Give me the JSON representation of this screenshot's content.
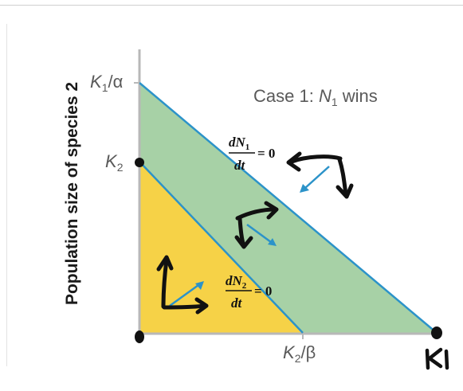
{
  "diagram": {
    "case_label": "Case 1: ",
    "case_var": "N",
    "case_sub": "1",
    "case_tail": " wins",
    "y_axis_label": "Population size of species 2",
    "tick_k1_alpha": {
      "k": "K",
      "sub": "1",
      "rest": "/α"
    },
    "tick_k2": {
      "k": "K",
      "sub": "2"
    },
    "tick_k2_beta": {
      "k": "K",
      "sub": "2",
      "rest": "/β"
    },
    "tick_k1_hand": "K1",
    "isocline_1": {
      "num": "dN",
      "num_sub": "1",
      "den": "dt",
      "eq": "= 0"
    },
    "isocline_2": {
      "num": "dN",
      "num_sub": "2",
      "den": "dt",
      "eq": "= 0"
    },
    "colors": {
      "green_region": "#a7d1a6",
      "yellow_region": "#f6d247",
      "isocline": "#2c93c9",
      "axis": "#b8b8b8",
      "tick_text": "#5a5a5a",
      "ink": "#111111"
    }
  }
}
